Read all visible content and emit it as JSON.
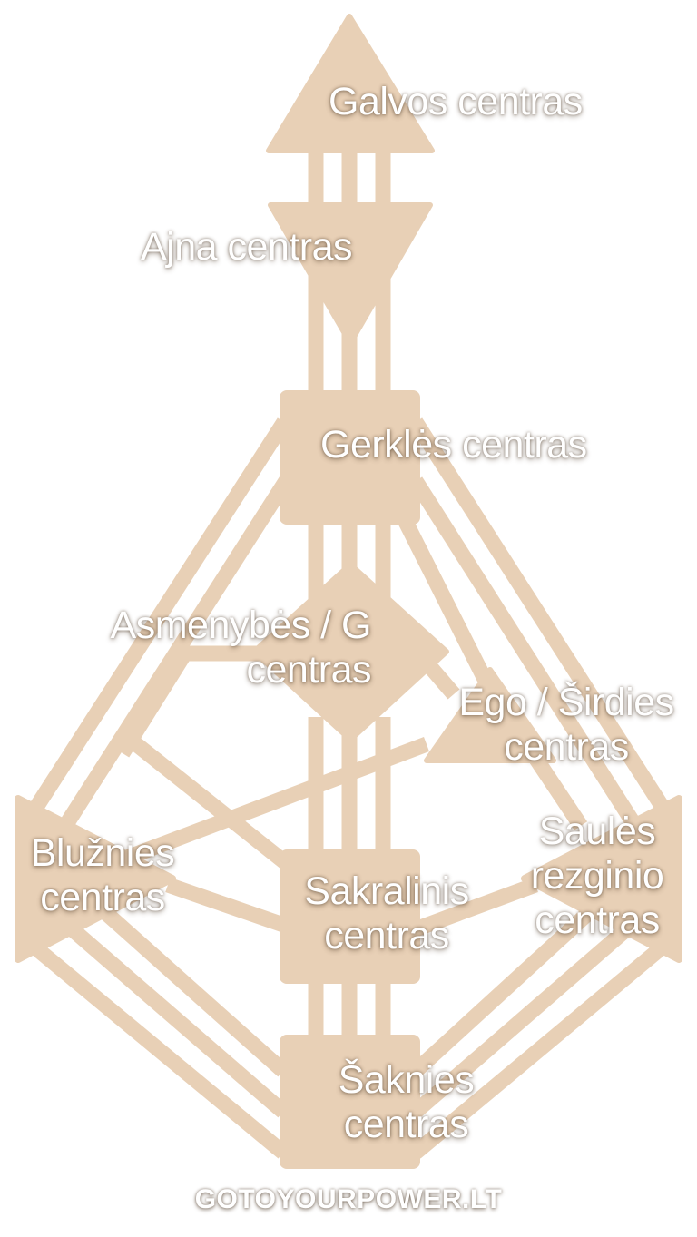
{
  "colors": {
    "shape": "#e8d0b6",
    "text": "#ffffff"
  },
  "centers": {
    "head": "Galvos centras",
    "ajna": "Ajna centras",
    "throat": "Gerklės centras",
    "g": [
      "Asmenybės / G",
      "centras"
    ],
    "ego": [
      "Ego / Širdies",
      "centras"
    ],
    "spleen": [
      "Blužnies",
      "centras"
    ],
    "sacral": [
      "Sakralinis",
      "centras"
    ],
    "solar": [
      "Saulės",
      "rezginio",
      "centras"
    ],
    "root": [
      "Šaknies",
      "centras"
    ]
  },
  "footer": "GOTOYOURPOWER.LT"
}
